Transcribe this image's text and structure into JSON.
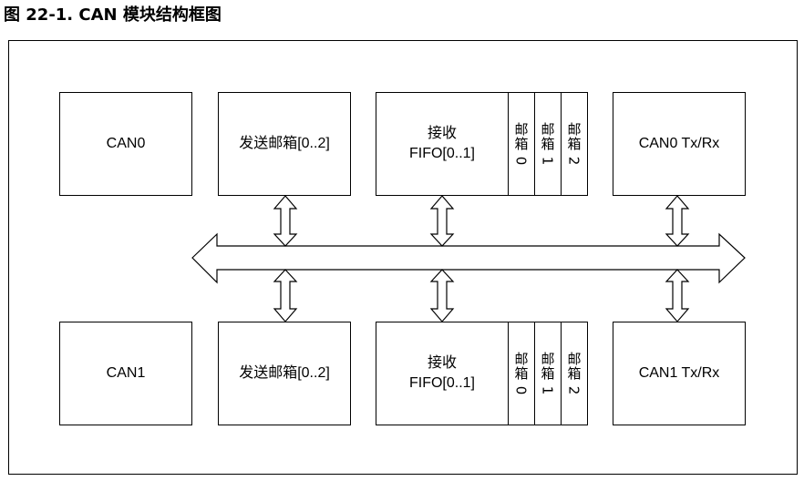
{
  "title": "图 22-1. CAN 模块结构框图",
  "rows": [
    {
      "can": "CAN0",
      "tx_mailbox": "发送邮箱[0..2]",
      "fifo_line1": "接收",
      "fifo_line2": "FIFO[0..1]",
      "mailboxes": [
        "邮箱 0",
        "邮箱 1",
        "邮箱 2"
      ],
      "txrx": "CAN0 Tx/Rx"
    },
    {
      "can": "CAN1",
      "tx_mailbox": "发送邮箱[0..2]",
      "fifo_line1": "接收",
      "fifo_line2": "FIFO[0..1]",
      "mailboxes": [
        "邮箱 0",
        "邮箱 1",
        "邮箱 2"
      ],
      "txrx": "CAN1 Tx/Rx"
    }
  ]
}
